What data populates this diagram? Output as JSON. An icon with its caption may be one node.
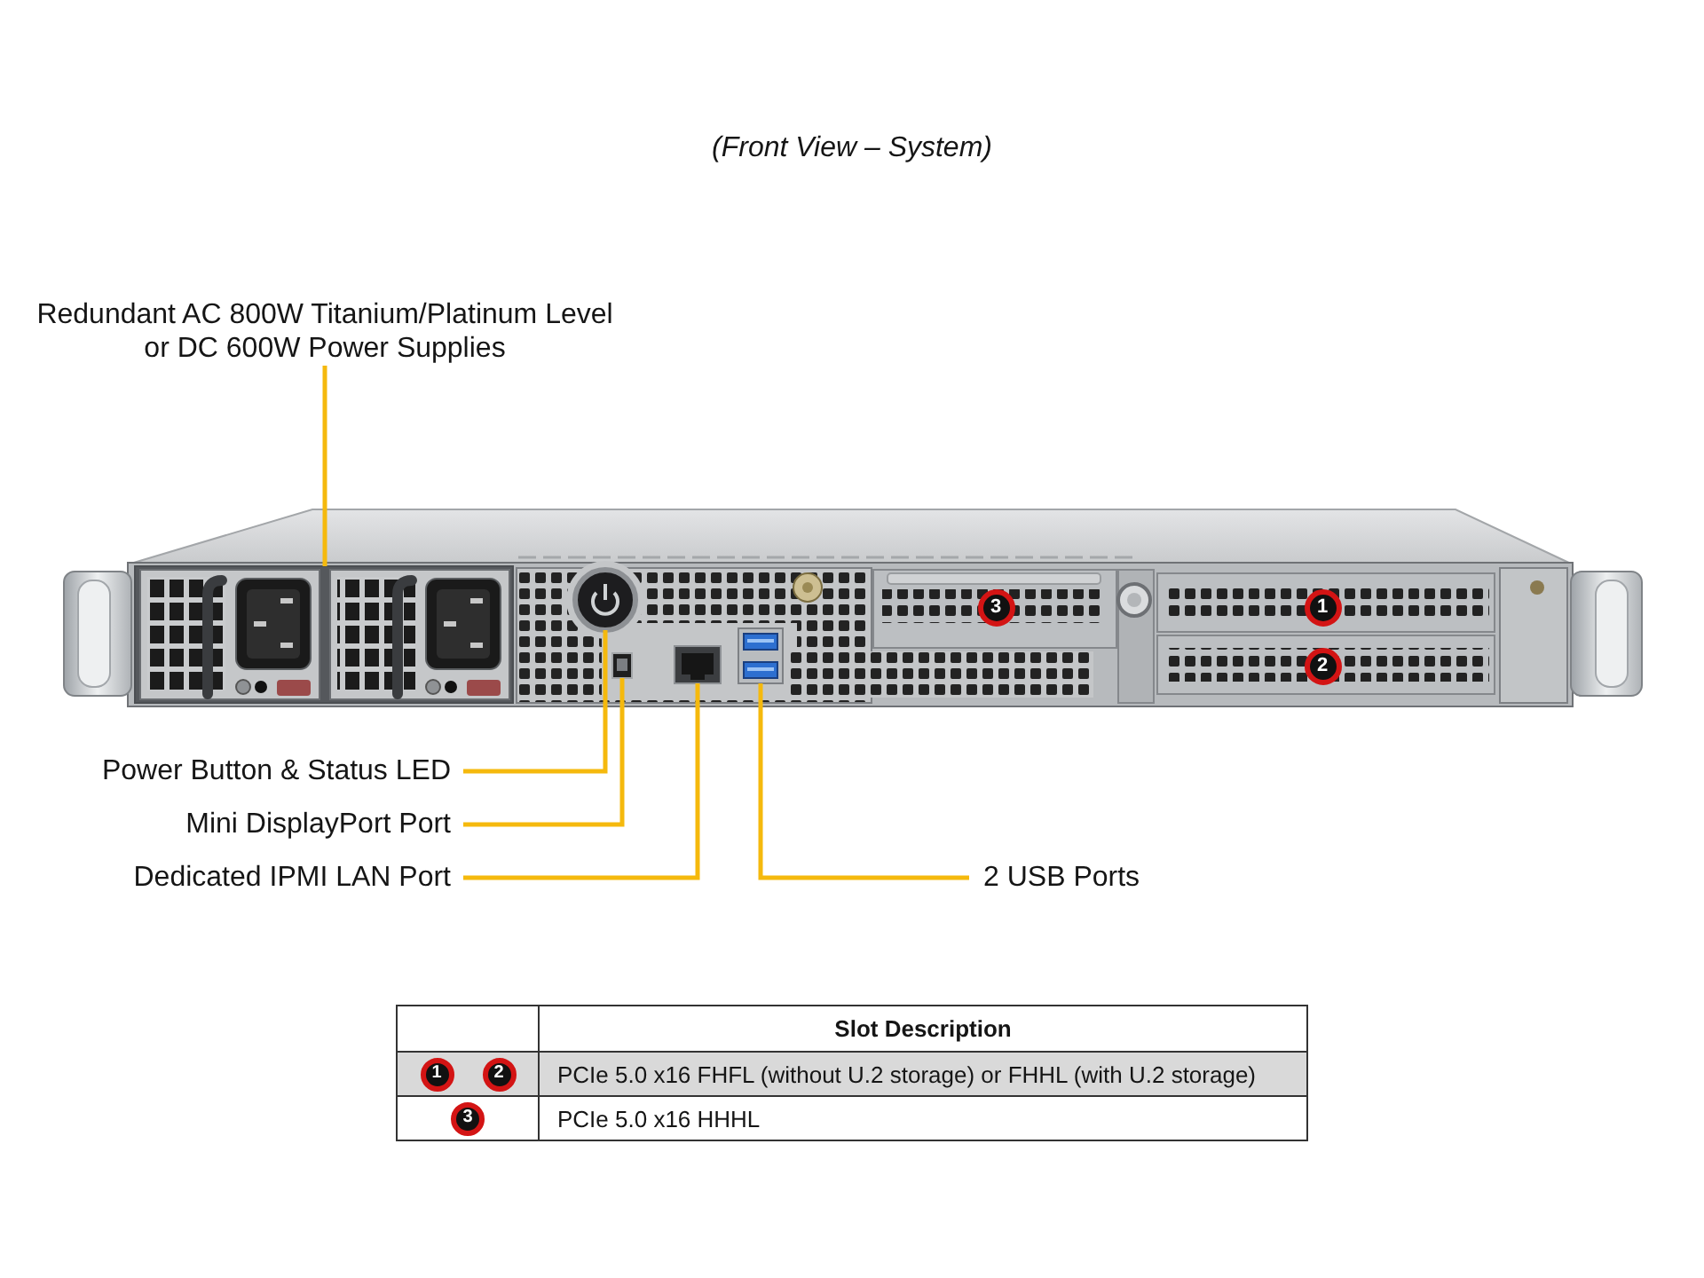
{
  "diagram": {
    "title": "(Front View – System)",
    "nodes": [
      {
        "text": [
          "Redundant AC 800W Titanium/Platinum Level or DC 600W Power Supplies"
        ]
      },
      {
        "text": [],
        "shape": "box"
      },
      {
        "text": [],
        "shape": "circle"
      },
      {
        "text": [],
        "shape": "box"
      },
      {
        "text": [],
        "shape": "box"
      },
      {
        "text": [],
        "shape": "box"
      },
      {
        "text": [
          "Power Button & Status LED"
        ]
      },
      {
        "text": [
          "Mini DisplayPort Port"
        ]
      },
      {
        "text": [
          "Dedicated IPMI LAN Port"
        ]
      },
      {
        "text": [
          "2 USB Ports"
        ]
      }
    ],
    "edges": [
      {
        "from": 0,
        "to": 1,
        "arrow": "none"
      },
      {
        "from": 6,
        "to": 2,
        "arrow": "none"
      },
      {
        "from": 7,
        "to": 3,
        "arrow": "none"
      },
      {
        "from": 8,
        "to": 4,
        "arrow": "none"
      },
      {
        "from": 9,
        "to": 5,
        "arrow": "none"
      }
    ],
    "labels": [
      "3",
      "1",
      "2",
      "Slot Description",
      "1",
      "2",
      "PCIe 5.0 x16 FHFL (without U.2 storage) or FHHL (with U.2 storage)",
      "3",
      "PCIe 5.0 x16 HHHL"
    ]
  }
}
